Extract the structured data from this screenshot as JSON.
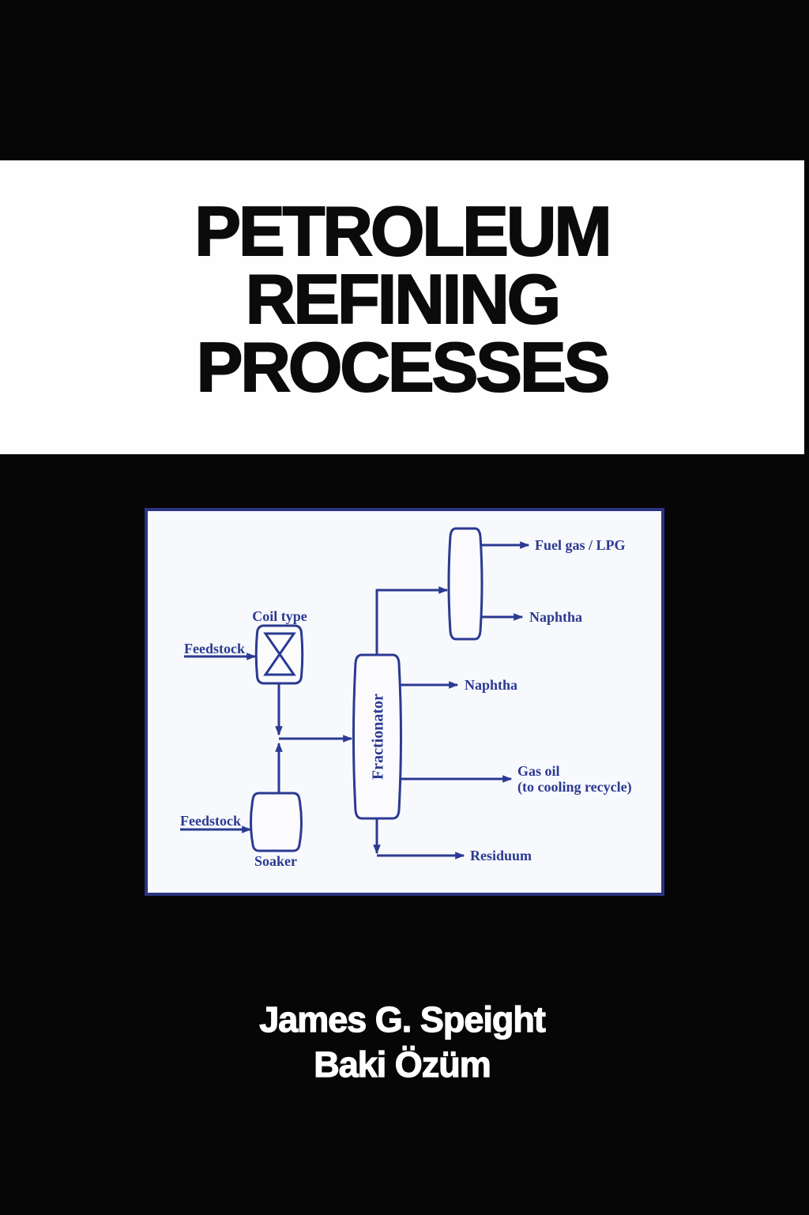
{
  "cover": {
    "title_lines": [
      "PETROLEUM",
      "REFINING",
      "PROCESSES"
    ],
    "authors": [
      "James G. Speight",
      "Baki Özüm"
    ],
    "colors": {
      "background": "#060607",
      "title_band": "#fefefe",
      "title_text": "#0b0b0b",
      "author_text": "#ffffff",
      "panel_background": "#f8f9fc",
      "diagram_blue": "#2b3a92"
    }
  },
  "diagram": {
    "vessels": {
      "coil": "Coil type",
      "soaker": "Soaker",
      "fractionator": "Fractionator"
    },
    "inputs": {
      "feed_top": "Feedstock",
      "feed_bottom": "Feedstock"
    },
    "outputs": {
      "fuel_gas": "Fuel gas / LPG",
      "naphtha_top": "Naphtha",
      "naphtha_side": "Naphtha",
      "gas_oil": "Gas oil",
      "gas_oil_note": "(to cooling recycle)",
      "residuum": "Residuum"
    }
  }
}
